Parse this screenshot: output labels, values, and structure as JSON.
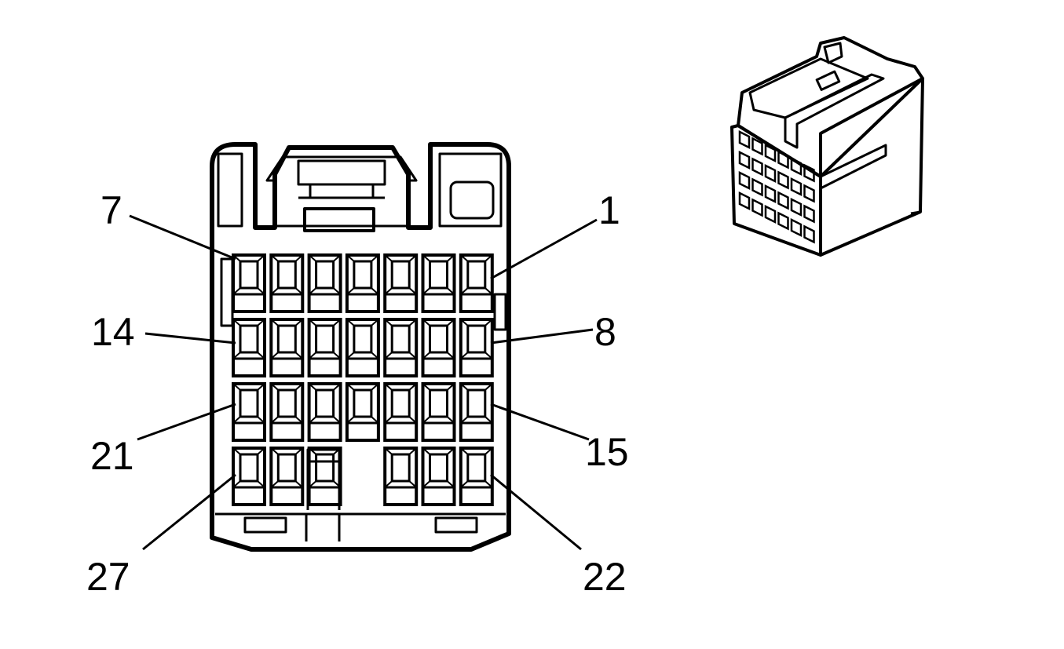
{
  "labels": {
    "pin1": "1",
    "pin7": "7",
    "pin8": "8",
    "pin14": "14",
    "pin15": "15",
    "pin21": "21",
    "pin22": "22",
    "pin27": "27"
  },
  "connector": {
    "rows": 4,
    "columns": 7,
    "bottom_row_empty_column": 3
  },
  "colors": {
    "ink": "#000000",
    "paper": "#ffffff"
  }
}
